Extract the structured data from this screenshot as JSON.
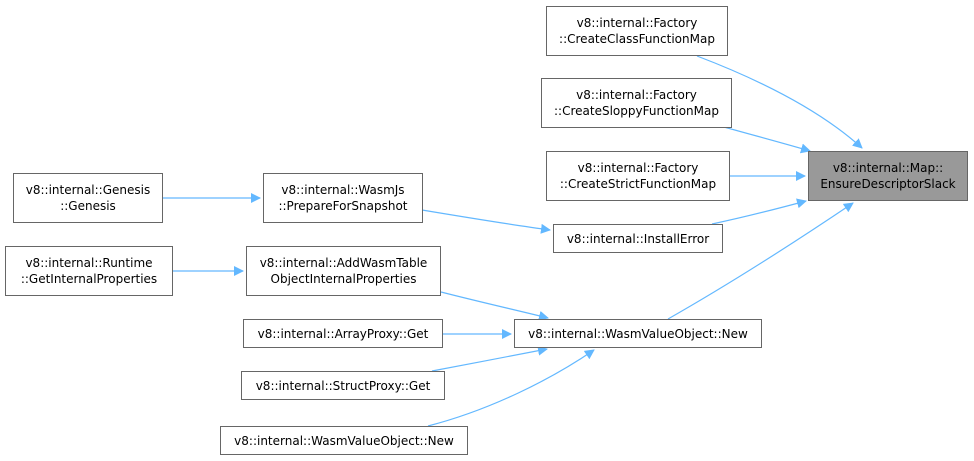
{
  "root": {
    "lines": [
      "v8::internal::Map::",
      "EnsureDescriptorSlack"
    ]
  },
  "nodes": {
    "create_class_function_map": {
      "lines": [
        "v8::internal::Factory",
        "::CreateClassFunctionMap"
      ]
    },
    "create_sloppy_function_map": {
      "lines": [
        "v8::internal::Factory",
        "::CreateSloppyFunctionMap"
      ]
    },
    "create_strict_function_map": {
      "lines": [
        "v8::internal::Factory",
        "::CreateStrictFunctionMap"
      ]
    },
    "install_error": {
      "lines": [
        "v8::internal::InstallError"
      ]
    },
    "wasm_value_object_new": {
      "lines": [
        "v8::internal::WasmValueObject::New"
      ]
    },
    "wasm_js_prepare_for_snapshot": {
      "lines": [
        "v8::internal::WasmJs",
        "::PrepareForSnapshot"
      ]
    },
    "genesis_genesis": {
      "lines": [
        "v8::internal::Genesis",
        "::Genesis"
      ]
    },
    "add_wasm_table_object_internal_properties": {
      "lines": [
        "v8::internal::AddWasmTable",
        "ObjectInternalProperties"
      ]
    },
    "runtime_get_internal_properties": {
      "lines": [
        "v8::internal::Runtime",
        "::GetInternalProperties"
      ]
    },
    "array_proxy_get": {
      "lines": [
        "v8::internal::ArrayProxy::Get"
      ]
    },
    "struct_proxy_get": {
      "lines": [
        "v8::internal::StructProxy::Get"
      ]
    },
    "wasm_value_object_new_2": {
      "lines": [
        "v8::internal::WasmValueObject::New"
      ]
    }
  },
  "colors": {
    "edge": "#63b8ff",
    "node_border": "#666666",
    "root_fill": "#999999"
  }
}
